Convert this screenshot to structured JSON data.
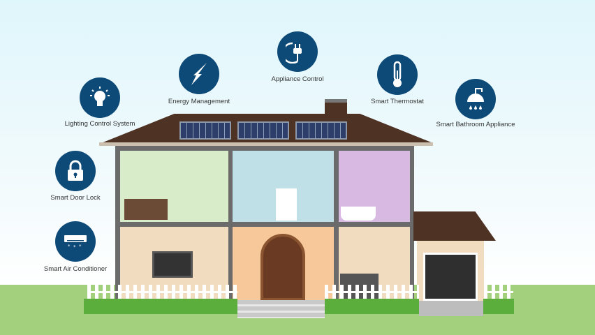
{
  "features": [
    {
      "label": "Lighting Control System",
      "icon": "lightbulb-icon"
    },
    {
      "label": "Energy Management",
      "icon": "lightning-icon"
    },
    {
      "label": "Appliance Control",
      "icon": "plug-icon"
    },
    {
      "label": "Smart Thermostat",
      "icon": "thermometer-icon"
    },
    {
      "label": "Smart Bathroom Appliance",
      "icon": "shower-icon"
    },
    {
      "label": "Smart Door Lock",
      "icon": "lock-icon"
    },
    {
      "label": "Smart Air Conditioner",
      "icon": "air-conditioner-icon"
    }
  ],
  "colors": {
    "icon": "#0d4a78",
    "roof": "#4e3224",
    "wall": "#6b6b6b"
  }
}
